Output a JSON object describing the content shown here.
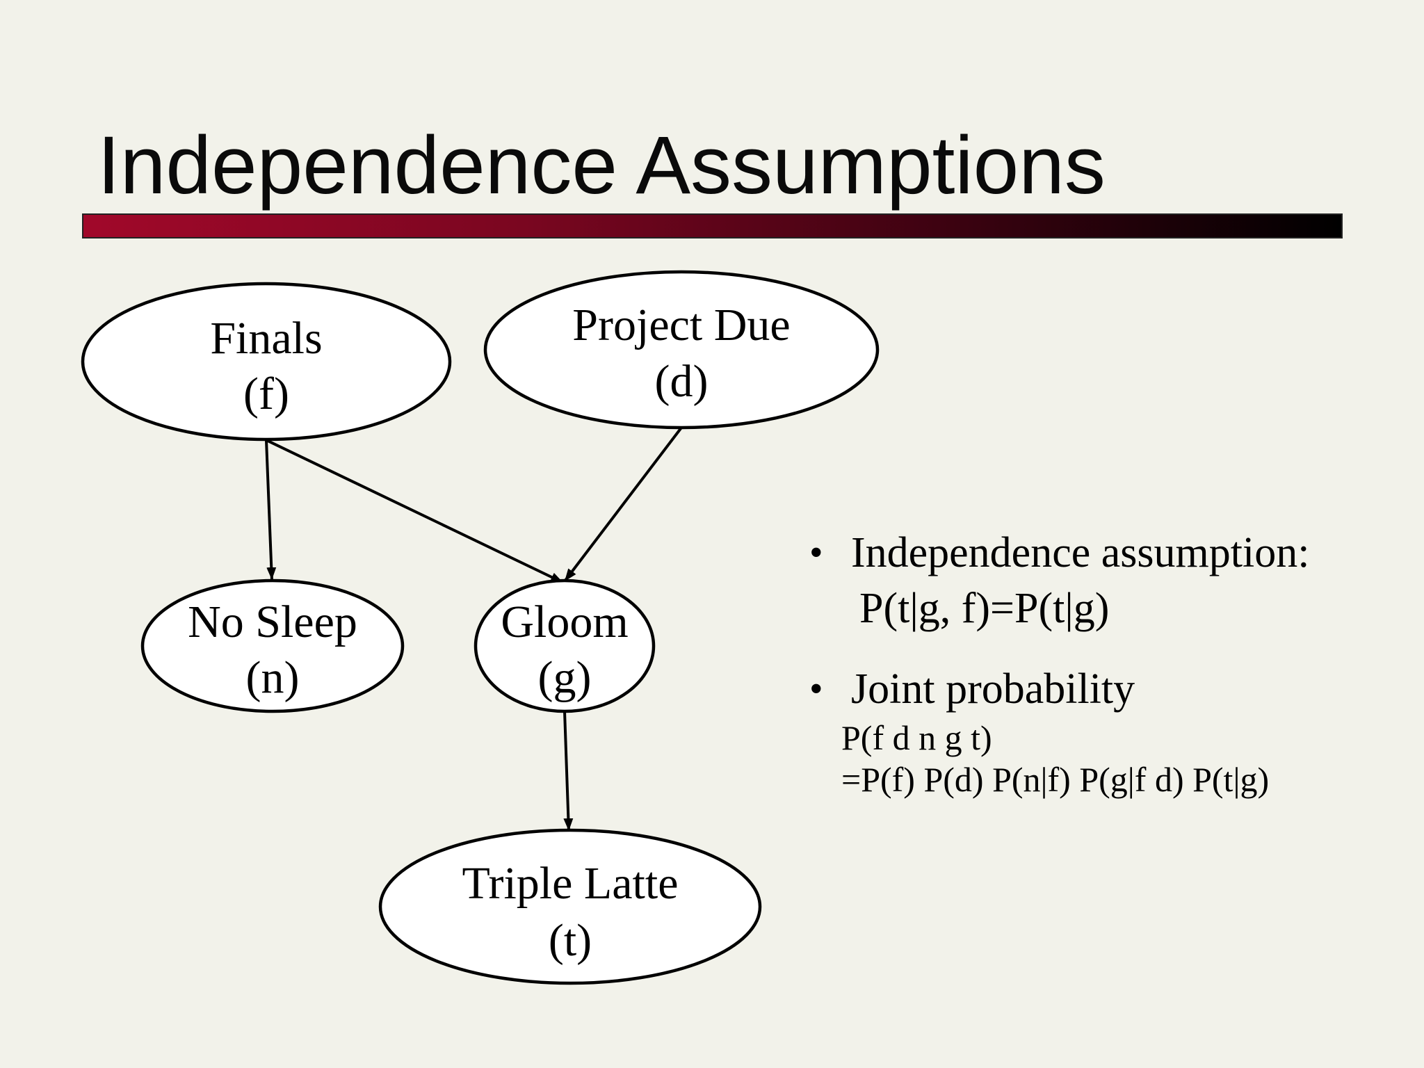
{
  "slide": {
    "title": "Independence Assumptions"
  },
  "diagram": {
    "nodes": [
      {
        "id": "f",
        "label": "Finals",
        "symbol": "(f)"
      },
      {
        "id": "d",
        "label": "Project Due",
        "symbol": "(d)"
      },
      {
        "id": "n",
        "label": "No Sleep",
        "symbol": "(n)"
      },
      {
        "id": "g",
        "label": "Gloom",
        "symbol": "(g)"
      },
      {
        "id": "t",
        "label": "Triple Latte",
        "symbol": "(t)"
      }
    ],
    "edges": [
      {
        "from": "f",
        "to": "n"
      },
      {
        "from": "f",
        "to": "g"
      },
      {
        "from": "d",
        "to": "g"
      },
      {
        "from": "g",
        "to": "t"
      }
    ]
  },
  "bullets": {
    "independence": {
      "heading": "Independence assumption:",
      "formula": "P(t|g, f)=P(t|g)"
    },
    "joint": {
      "heading": "Joint probability",
      "line1": "P(f d n g t)",
      "line2": "=P(f) P(d) P(n|f) P(g|f d) P(t|g)"
    }
  }
}
